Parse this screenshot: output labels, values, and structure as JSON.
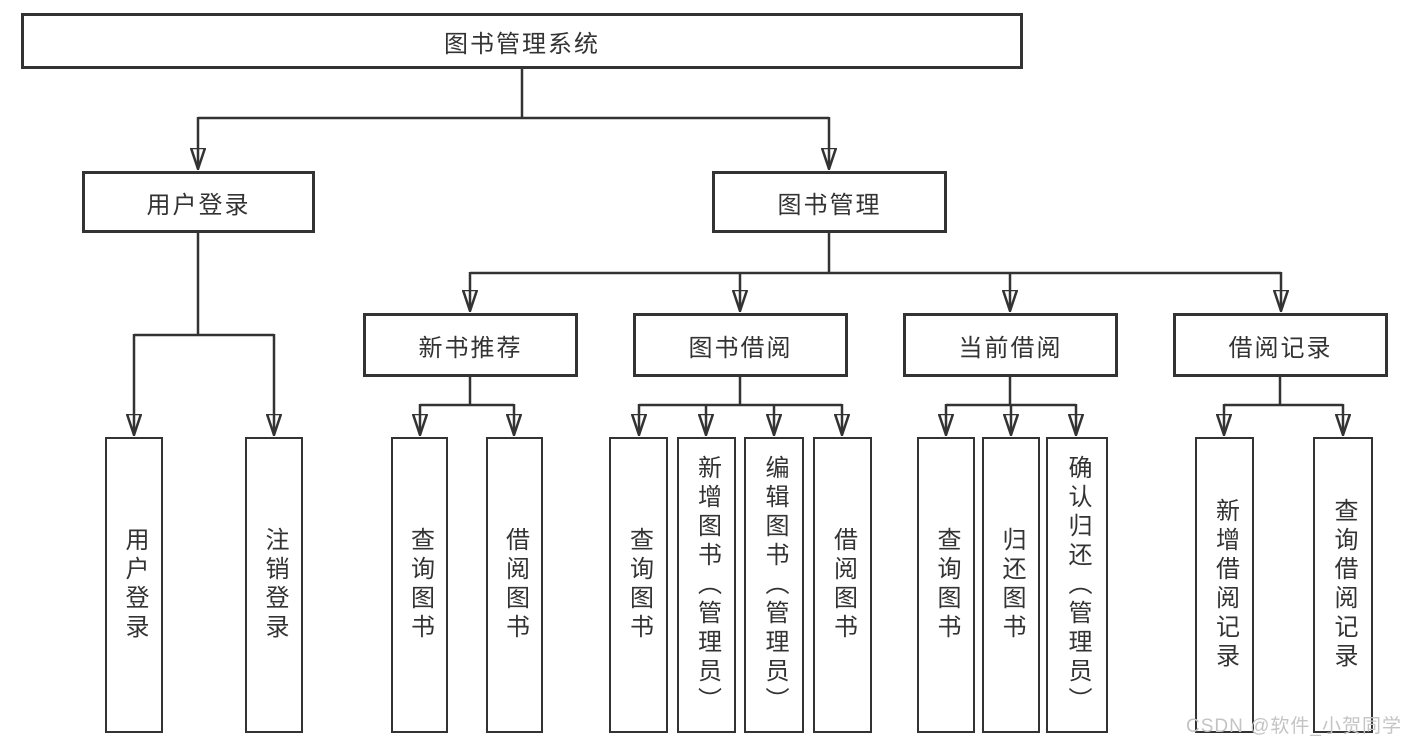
{
  "tree": {
    "root": {
      "label": "图书管理系统"
    },
    "children": [
      {
        "label": "用户登录",
        "children": [
          {
            "label": "用户登录"
          },
          {
            "label": "注销登录"
          }
        ]
      },
      {
        "label": "图书管理",
        "children": [
          {
            "label": "新书推荐",
            "children": [
              {
                "label": "查询图书"
              },
              {
                "label": "借阅图书"
              }
            ]
          },
          {
            "label": "图书借阅",
            "children": [
              {
                "label": "查询图书"
              },
              {
                "label": "新增图书（管理员）"
              },
              {
                "label": "编辑图书（管理员）"
              },
              {
                "label": "借阅图书"
              }
            ]
          },
          {
            "label": "当前借阅",
            "children": [
              {
                "label": "查询图书"
              },
              {
                "label": "归还图书"
              },
              {
                "label": "确认归还（管理员）"
              }
            ]
          },
          {
            "label": "借阅记录",
            "children": [
              {
                "label": "新增借阅记录"
              },
              {
                "label": "查询借阅记录"
              }
            ]
          }
        ]
      }
    ]
  },
  "watermark": {
    "text": "CSDN @软件_小贺同学"
  },
  "colors": {
    "line": "#333333",
    "text": "#333333",
    "box_border": "#333333",
    "background": "#ffffff",
    "watermark": "#c4c4c4"
  }
}
